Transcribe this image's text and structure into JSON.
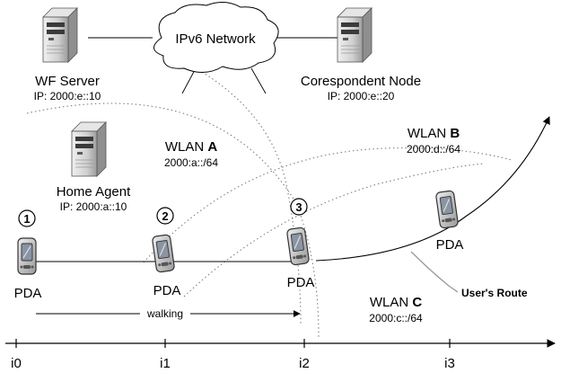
{
  "cloud": {
    "label": "IPv6 Network"
  },
  "wf_server": {
    "name": "WF Server",
    "ip": "IP: 2000:e::10"
  },
  "correspondent": {
    "name": "Corespondent Node",
    "ip": "IP: 2000:e::20"
  },
  "home_agent": {
    "name": "Home Agent",
    "ip": "IP: 2000:a::10"
  },
  "wlan_a": {
    "prefix": "WLAN ",
    "letter": "A",
    "subnet": "2000:a::/64"
  },
  "wlan_b": {
    "prefix": "WLAN ",
    "letter": "B",
    "subnet": "2000:d::/64"
  },
  "wlan_c": {
    "prefix": "WLAN ",
    "letter": "C",
    "subnet": "2000:c::/64"
  },
  "pda_label": "PDA",
  "steps": [
    "1",
    "2",
    "3"
  ],
  "walking_label": "walking",
  "route_label": "User's Route",
  "time_ticks": [
    "i0",
    "i1",
    "i2",
    "i3"
  ],
  "colors": {
    "device_body": "#cfcfcf",
    "device_dark": "#444444",
    "screen": "#8a94a3",
    "dotted": "#808080",
    "route_leader": "#9a9a9a"
  },
  "icons": {
    "server": "server-icon",
    "pda": "pda-icon",
    "cloud": "cloud-icon"
  }
}
